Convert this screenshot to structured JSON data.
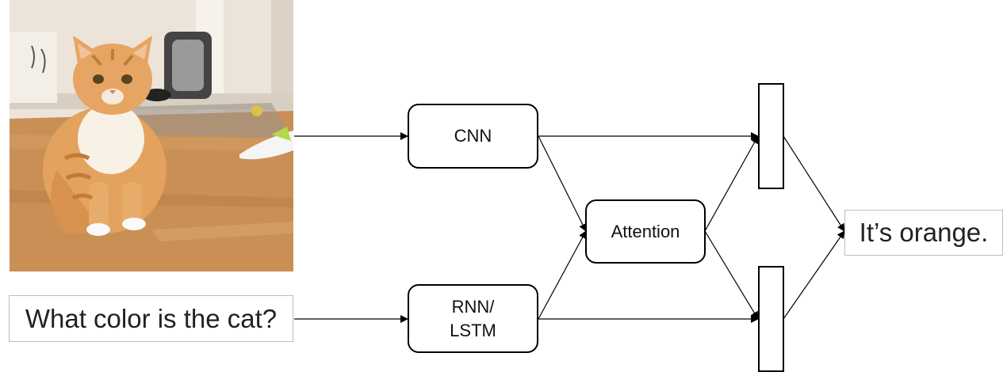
{
  "image": {
    "subject": "cat-photo",
    "colors": {
      "cat": "#E3A25E",
      "floor": "#C98F55",
      "wall": "#EDE6DC"
    }
  },
  "question": {
    "text": "What color is the cat?"
  },
  "nodes": {
    "cnn": {
      "label": "CNN"
    },
    "rnn": {
      "label_line1": "RNN/",
      "label_line2": "LSTM"
    },
    "attention": {
      "label": "Attention"
    }
  },
  "answer": {
    "text": "It’s orange."
  },
  "colors": {
    "stroke": "#000000",
    "textbox_border": "#BDBDBD"
  }
}
